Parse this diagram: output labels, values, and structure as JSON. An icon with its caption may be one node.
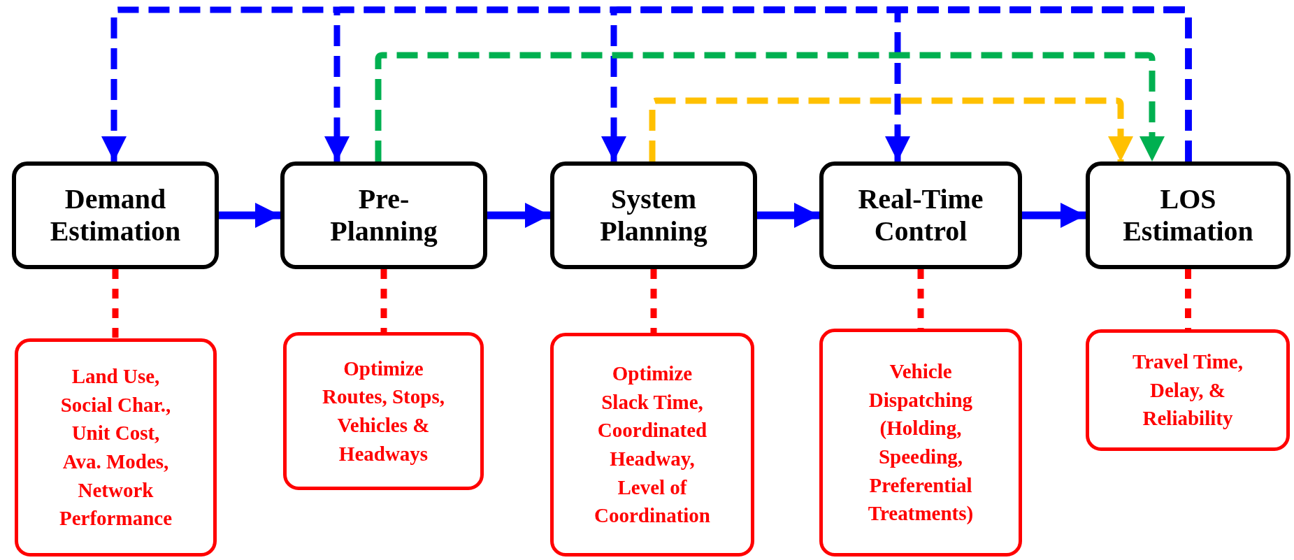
{
  "diagram": {
    "nodes": [
      {
        "text": [
          "Demand Estimation"
        ]
      },
      {
        "text": [
          "Pre-Planning"
        ]
      },
      {
        "text": [
          "System Planning"
        ]
      },
      {
        "text": [
          "Real-Time Control"
        ]
      },
      {
        "text": [
          "LOS Estimation"
        ]
      },
      {
        "text": [
          "Land Use, Social Char., Unit Cost, Ava. Modes, Network Performance"
        ]
      },
      {
        "text": [
          "Optimize Routes, Stops, Vehicles & Headways"
        ]
      },
      {
        "text": [
          "Optimize Slack Time, Coordinated Headway, Level of Coordination"
        ]
      },
      {
        "text": [
          "Vehicle Dispatching (Holding, Speeding, Preferential Treatments)"
        ]
      },
      {
        "text": [
          "Travel Time, Delay, & Reliability"
        ]
      }
    ],
    "edges": [
      {
        "from": 0,
        "to": 1,
        "arrow": "to"
      },
      {
        "from": 1,
        "to": 2,
        "arrow": "to"
      },
      {
        "from": 2,
        "to": 3,
        "arrow": "to"
      },
      {
        "from": 3,
        "to": 4,
        "arrow": "to"
      },
      {
        "from": 0,
        "to": 5,
        "arrow": "none",
        "style": "dashed",
        "color": "#ff0000"
      },
      {
        "from": 1,
        "to": 6,
        "arrow": "none",
        "style": "dashed",
        "color": "#ff0000"
      },
      {
        "from": 2,
        "to": 7,
        "arrow": "none",
        "style": "dashed",
        "color": "#ff0000"
      },
      {
        "from": 3,
        "to": 8,
        "arrow": "none",
        "style": "dashed",
        "color": "#ff0000"
      },
      {
        "from": 4,
        "to": 9,
        "arrow": "none",
        "style": "dashed",
        "color": "#ff0000"
      },
      {
        "from": 4,
        "to": 0,
        "arrow": "to",
        "style": "dashed"
      },
      {
        "from": 4,
        "to": 1,
        "arrow": "to",
        "style": "dashed"
      },
      {
        "from": 4,
        "to": 2,
        "arrow": "to",
        "style": "dashed"
      },
      {
        "from": 4,
        "to": 3,
        "arrow": "to",
        "style": "dashed"
      },
      {
        "from": 1,
        "to": 4,
        "arrow": "to",
        "style": "dashed",
        "color": "#00b050"
      },
      {
        "from": 2,
        "to": 4,
        "arrow": "to",
        "style": "dashed",
        "color": "#ffc000"
      }
    ]
  }
}
